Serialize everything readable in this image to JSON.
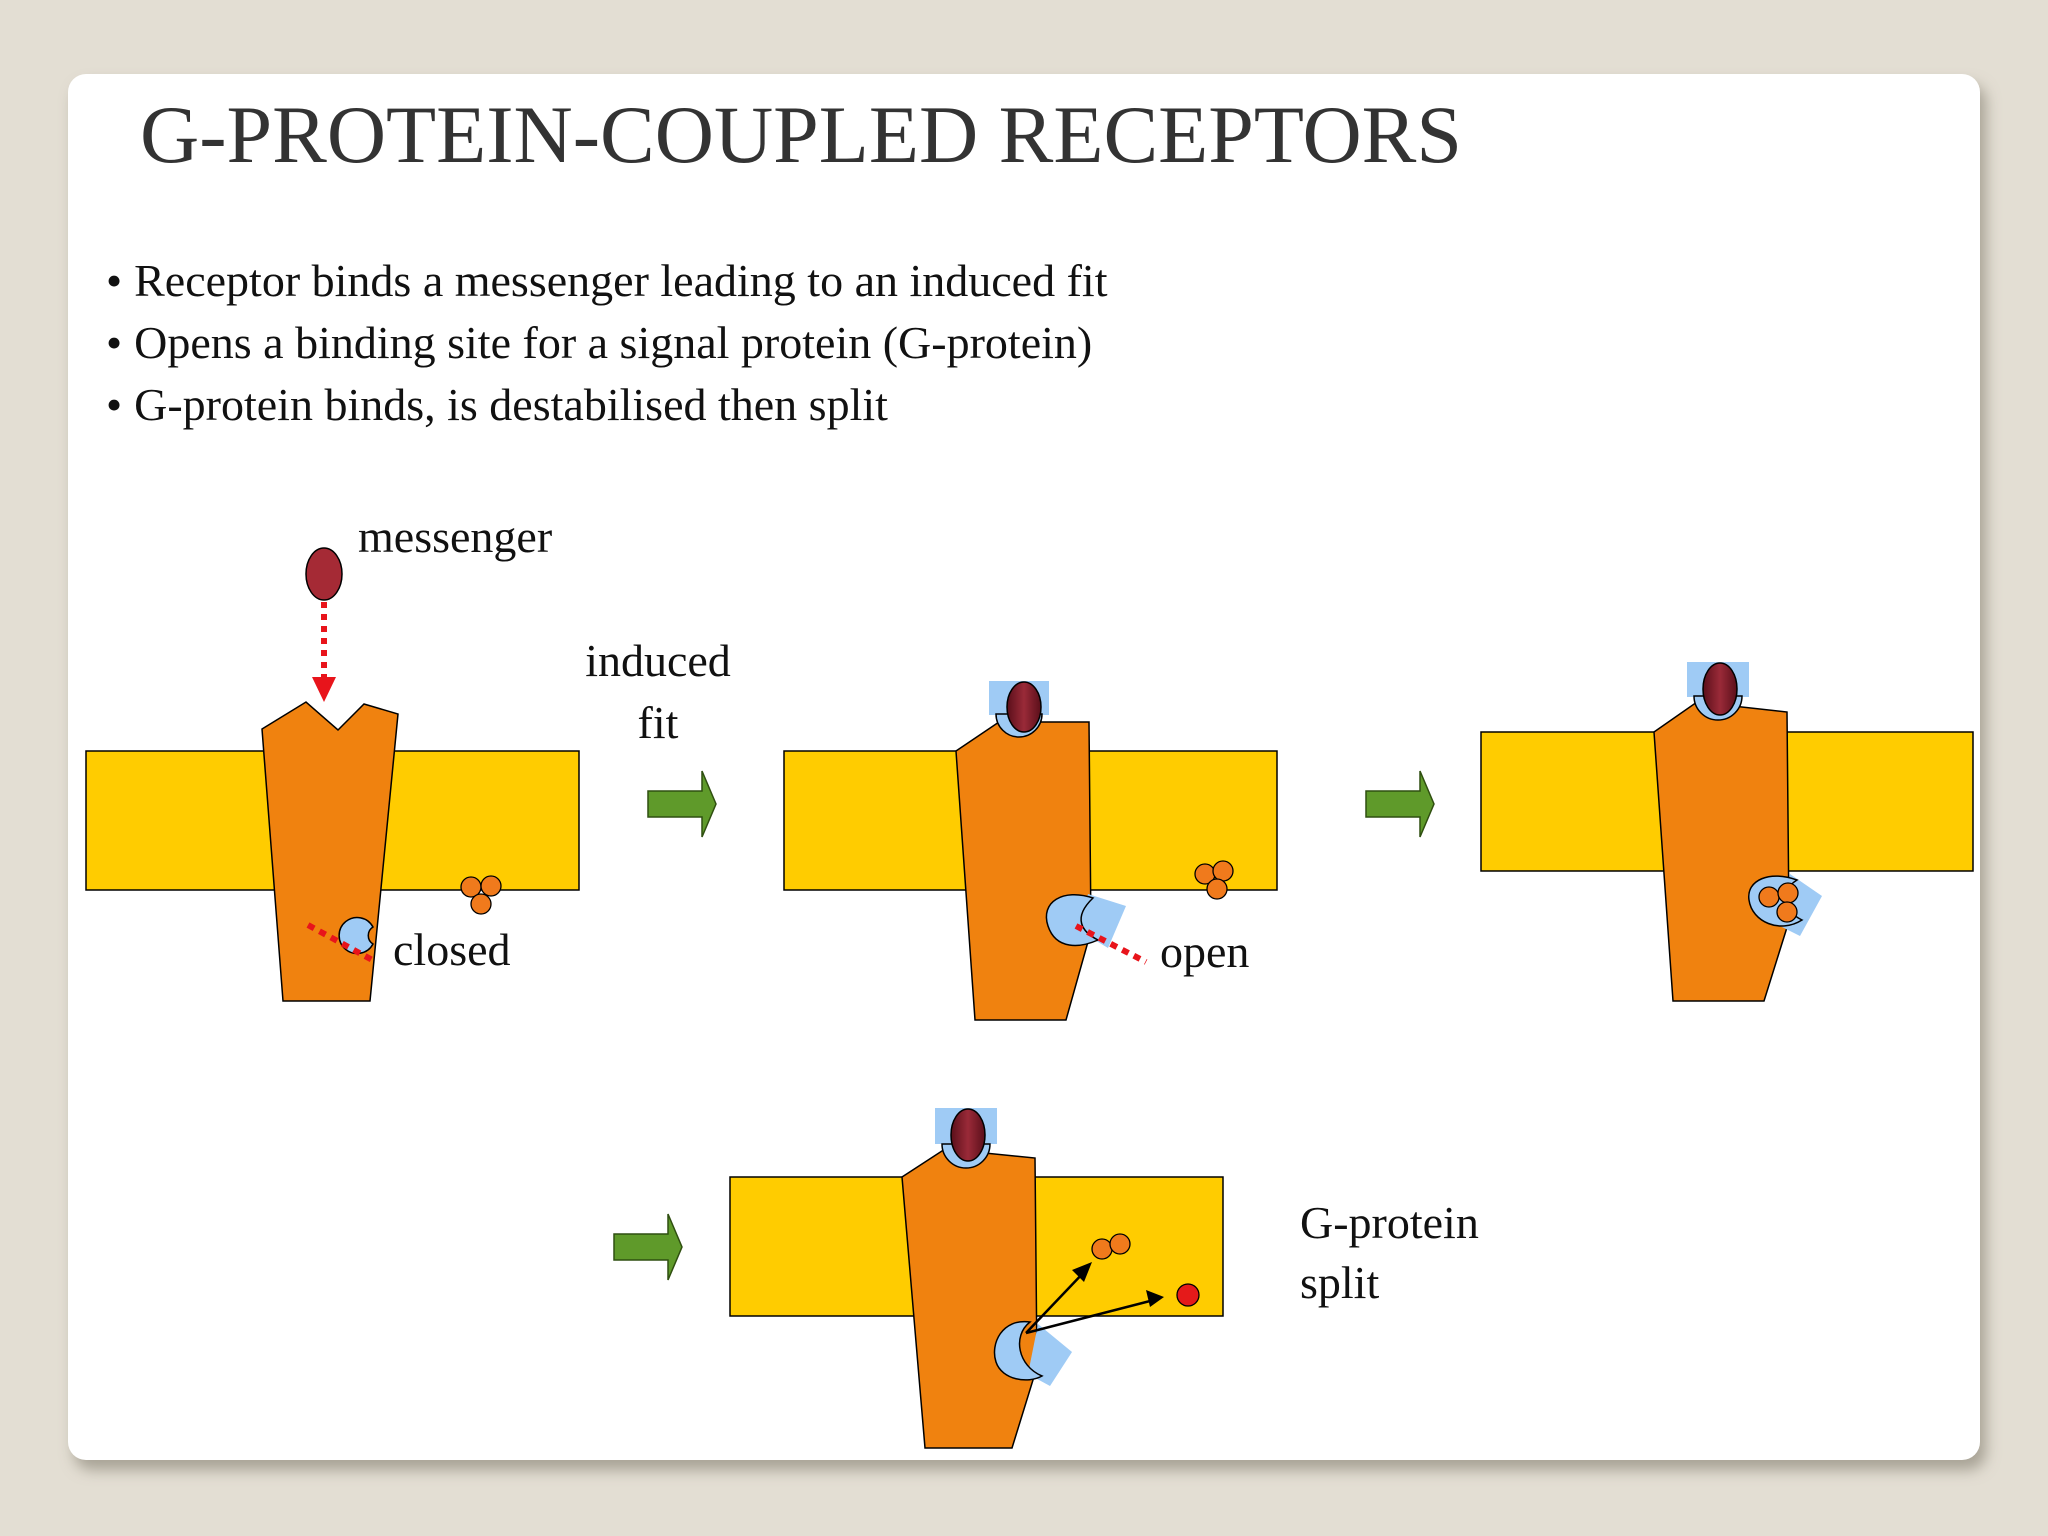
{
  "title": "G-PROTEIN-COUPLED RECEPTORS",
  "bullets": [
    "Receptor binds a messenger leading to an induced fit",
    "Opens a binding site for a signal protein (G-protein)",
    "G-protein binds, is destabilised then split"
  ],
  "diagram": {
    "labels": {
      "messenger": "messenger",
      "induced_fit_line1": "induced",
      "induced_fit_line2": "fit",
      "closed": "closed",
      "open": "open",
      "gprotein_split_line1": "G-protein",
      "gprotein_split_line2": "split"
    },
    "colors": {
      "membrane": "#ffcc00",
      "receptor": "#f0820f",
      "binding_site": "#9fcbf5",
      "messenger_bound": "#7a1f2b",
      "messenger_free": "#a52a35",
      "gprotein": "#f07a1c",
      "split_subunit": "#e51a1a",
      "step_arrow": "#5f9a2a",
      "dotted_line": "#e8141b"
    }
  }
}
